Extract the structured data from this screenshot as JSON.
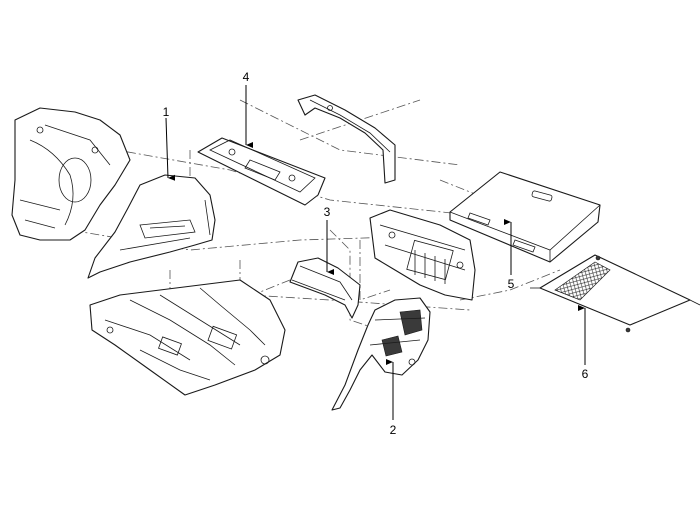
{
  "callouts": [
    {
      "id": "callout-1",
      "label": "1"
    },
    {
      "id": "callout-2",
      "label": "2"
    },
    {
      "id": "callout-3",
      "label": "3"
    },
    {
      "id": "callout-4",
      "label": "4"
    },
    {
      "id": "callout-5",
      "label": "5"
    },
    {
      "id": "callout-6",
      "label": "6"
    }
  ],
  "colors": {
    "line": "#1a1a1a",
    "background": "#ffffff"
  }
}
